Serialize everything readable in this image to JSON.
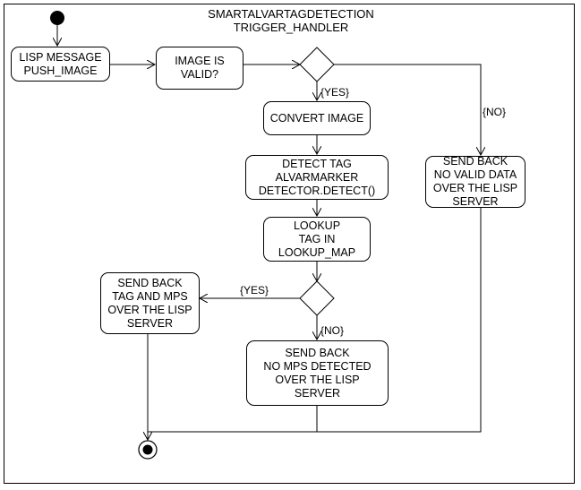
{
  "diagram": {
    "title": "SMARTALVARTAGDETECTION\nTRIGGER_HANDLER",
    "activities": {
      "lisp_message": "LISP MESSAGE\nPUSH_IMAGE",
      "image_valid": "IMAGE IS\nVALID?",
      "convert_image": "CONVERT IMAGE",
      "detect_tag": "DETECT TAG\nALVARMARKER\nDETECTOR.DETECT()",
      "lookup_tag": "LOOKUP\nTAG IN\nLOOKUP_MAP",
      "send_no_valid": "SEND BACK\nNO VALID DATA\nOVER THE LISP\nSERVER",
      "send_tag_mps": "SEND BACK\nTAG AND MPS\nOVER THE LISP\nSERVER",
      "send_no_mps": "SEND BACK\nNO MPS DETECTED\nOVER THE LISP\nSERVER"
    },
    "guards": {
      "yes_1": "{YES}",
      "no_1": "{NO}",
      "yes_2": "{YES}",
      "no_2": "{NO}"
    }
  }
}
